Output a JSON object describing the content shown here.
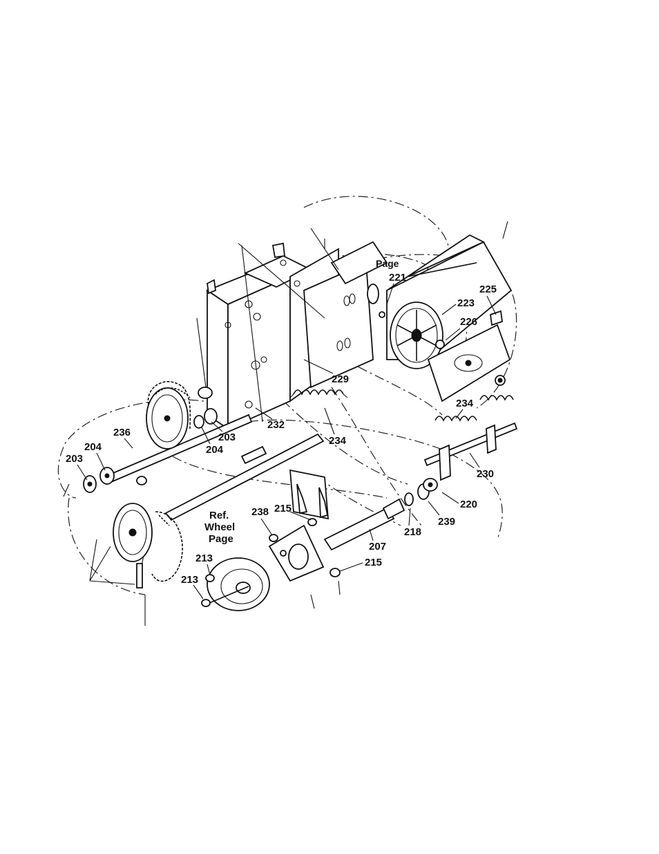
{
  "diagram": {
    "callouts": {
      "c203a": "203",
      "c204a": "204",
      "c236": "236",
      "c203b": "203",
      "c204b": "204",
      "c232": "232",
      "c234a": "234",
      "c229": "229",
      "c221": "221",
      "c223": "223",
      "c225": "225",
      "c226": "226",
      "c234b": "234",
      "c230": "230",
      "c220": "220",
      "c239": "239",
      "c218": "218",
      "c207": "207",
      "c215a": "215",
      "c215b": "215",
      "c238": "238",
      "c213a": "213",
      "c213b": "213"
    },
    "ref_wheel": {
      "line1": "Ref.",
      "line2": "Wheel",
      "line3": "Page"
    },
    "cut_text": "Page"
  }
}
